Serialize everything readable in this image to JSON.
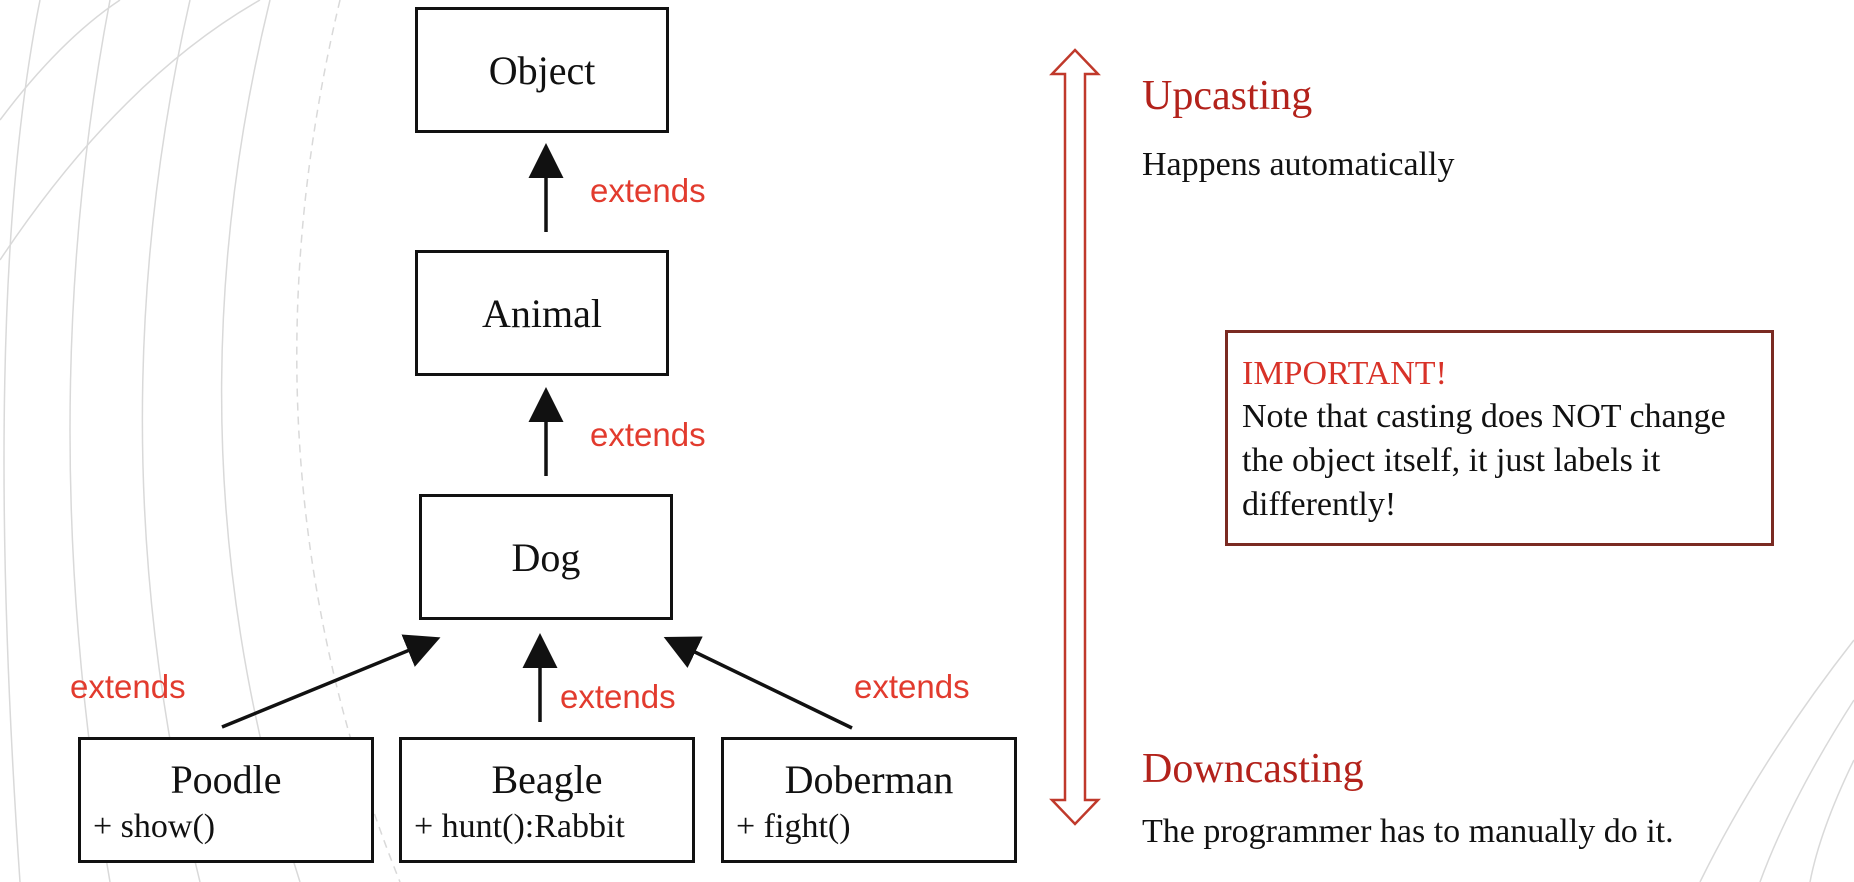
{
  "diagram": {
    "classes": {
      "object": "Object",
      "animal": "Animal",
      "dog": "Dog",
      "poodle": {
        "name": "Poodle",
        "method": "+ show()"
      },
      "beagle": {
        "name": "Beagle",
        "method": "+ hunt():Rabbit"
      },
      "doberman": {
        "name": "Doberman",
        "method": "+ fight()"
      }
    },
    "relation_label": "extends"
  },
  "casting": {
    "upcasting": {
      "title": "Upcasting",
      "description": "Happens automatically"
    },
    "downcasting": {
      "title": "Downcasting",
      "description": "The programmer has to manually do it."
    },
    "note": {
      "title": "IMPORTANT!",
      "body": "Note that casting does NOT change the object itself, it just labels it differently!"
    }
  },
  "colors": {
    "accent_label": "#e23b2e",
    "heading": "#b3221b",
    "note_border": "#7a2a22",
    "double_arrow": "#c0392b"
  }
}
